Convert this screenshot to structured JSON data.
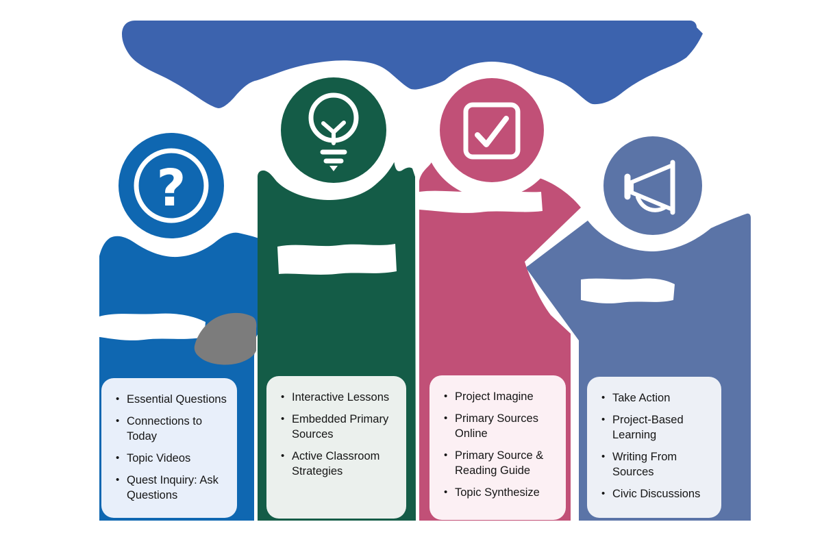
{
  "colors": {
    "banner": "#3c63ae",
    "column1": "#0f67b1",
    "column2": "#145c47",
    "column3": "#c15077",
    "column4": "#5b74a7",
    "gray_shape": "#7c7c7c",
    "white": "#ffffff",
    "card1_bg": "#e8effa",
    "card2_bg": "#ebf0ed",
    "card3_bg": "#fcf0f4",
    "card4_bg": "#edf0f6",
    "text": "#151515"
  },
  "icons": {
    "question_glyph": "?"
  },
  "columns": [
    {
      "icon": "question-circle-icon",
      "items": [
        "Essential Questions",
        "Connections to Today",
        "Topic Videos",
        "Quest Inquiry: Ask Questions"
      ]
    },
    {
      "icon": "lightbulb-icon",
      "items": [
        "Interactive Lessons",
        "Embedded Primary Sources",
        "Active Classroom Strategies"
      ]
    },
    {
      "icon": "checkbox-check-icon",
      "items": [
        "Project Imagine",
        "Primary Sources Online",
        "Primary Source & Reading Guide",
        "Topic Synthesize"
      ]
    },
    {
      "icon": "megaphone-icon",
      "items": [
        "Take Action",
        "Project-Based Learning",
        "Writing From Sources",
        "Civic Discussions"
      ]
    }
  ]
}
